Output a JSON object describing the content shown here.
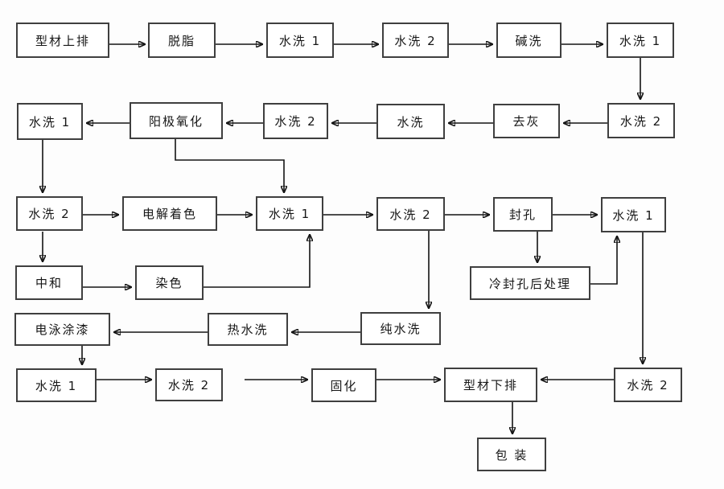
{
  "diagram": {
    "nodes": {
      "profile_up": "型材上排",
      "degrease": "脱脂",
      "r1_wash1": "水洗 1",
      "r1_wash2": "水洗 2",
      "alkali_wash": "碱洗",
      "r1_wash3": "水洗 1",
      "r2_wash1": "水洗 1",
      "anodize": "阳极氧化",
      "r2_wash2b": "水洗 2",
      "r2_wash": "水洗",
      "deash": "去灰",
      "r2_wash2a": "水洗 2",
      "r3_wash2a": "水洗 2",
      "electro_color": "电解着色",
      "r3_wash1a": "水洗 1",
      "r3_wash2b": "水洗 2",
      "seal": "封孔",
      "r3_wash1b": "水洗 1",
      "neutralize": "中和",
      "dye": "染色",
      "cold_seal_post": "冷封孔后处理",
      "e_coat": "电泳涂漆",
      "hot_wash": "热水洗",
      "pure_wash": "纯水洗",
      "r6_wash1": "水洗 1",
      "r6_wash2a": "水洗 2",
      "cure": "固化",
      "profile_down": "型材下排",
      "r6_wash2b": "水洗 2",
      "pack": "包 装"
    },
    "edges": [
      {
        "from": "profile_up",
        "to": "degrease"
      },
      {
        "from": "degrease",
        "to": "r1_wash1"
      },
      {
        "from": "r1_wash1",
        "to": "r1_wash2"
      },
      {
        "from": "r1_wash2",
        "to": "alkali_wash"
      },
      {
        "from": "alkali_wash",
        "to": "r1_wash3"
      },
      {
        "from": "r1_wash3",
        "to": "r2_wash2a"
      },
      {
        "from": "r2_wash2a",
        "to": "deash"
      },
      {
        "from": "deash",
        "to": "r2_wash"
      },
      {
        "from": "r2_wash",
        "to": "r2_wash2b"
      },
      {
        "from": "r2_wash2b",
        "to": "anodize"
      },
      {
        "from": "anodize",
        "to": "r2_wash1"
      },
      {
        "from": "r2_wash1",
        "to": "r3_wash2a"
      },
      {
        "from": "anodize",
        "to": "r3_wash1a"
      },
      {
        "from": "r3_wash2a",
        "to": "electro_color"
      },
      {
        "from": "electro_color",
        "to": "r3_wash1a"
      },
      {
        "from": "r3_wash1a",
        "to": "r3_wash2b"
      },
      {
        "from": "r3_wash2b",
        "to": "seal"
      },
      {
        "from": "seal",
        "to": "r3_wash1b"
      },
      {
        "from": "r3_wash2a",
        "to": "neutralize"
      },
      {
        "from": "neutralize",
        "to": "dye"
      },
      {
        "from": "dye",
        "to": "r3_wash1a"
      },
      {
        "from": "seal",
        "to": "cold_seal_post"
      },
      {
        "from": "cold_seal_post",
        "to": "r3_wash1b"
      },
      {
        "from": "r3_wash1b",
        "to": "r6_wash2b"
      },
      {
        "from": "r3_wash2b",
        "to": "pure_wash"
      },
      {
        "from": "pure_wash",
        "to": "hot_wash"
      },
      {
        "from": "hot_wash",
        "to": "e_coat"
      },
      {
        "from": "e_coat",
        "to": "r6_wash1"
      },
      {
        "from": "r6_wash1",
        "to": "r6_wash2a"
      },
      {
        "from": "r6_wash2a",
        "to": "cure"
      },
      {
        "from": "cure",
        "to": "profile_down"
      },
      {
        "from": "r6_wash2b",
        "to": "profile_down"
      },
      {
        "from": "profile_down",
        "to": "pack"
      }
    ],
    "colors": {
      "box_border": "#3f3f3f",
      "line": "#141414",
      "text": "#161616",
      "background": "#fdfdfd"
    }
  }
}
